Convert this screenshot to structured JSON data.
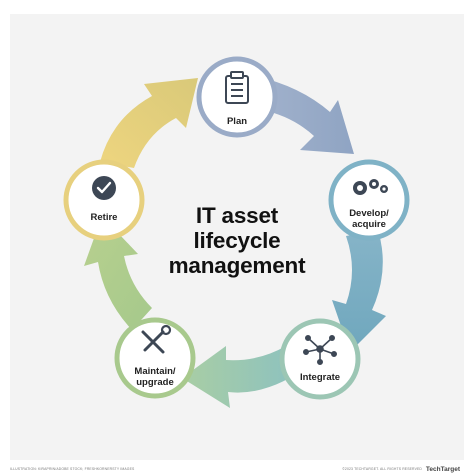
{
  "title_lines": [
    "IT asset",
    "lifecycle",
    "management"
  ],
  "stages": [
    {
      "label": "Plan",
      "icon": "clipboard-icon",
      "color": "#9aabc7"
    },
    {
      "label": "Develop/ acquire",
      "icon": "gears-icon",
      "color": "#7fb2c6"
    },
    {
      "label": "Integrate",
      "icon": "network-nodes-icon",
      "color": "#9cc6b4"
    },
    {
      "label": "Maintain/ upgrade",
      "icon": "tools-icon",
      "color": "#a8c98d"
    },
    {
      "label": "Retire",
      "icon": "checkmark-icon",
      "color": "#e7d07e"
    }
  ],
  "credits": {
    "left": "ILLUSTRATION: KIRAPRIN/ADOBE STOCK; FRESHKORNERSTY IMAGES",
    "right": "©2023 TECHTARGET. ALL RIGHTS RESERVED",
    "brand": "TechTarget"
  }
}
